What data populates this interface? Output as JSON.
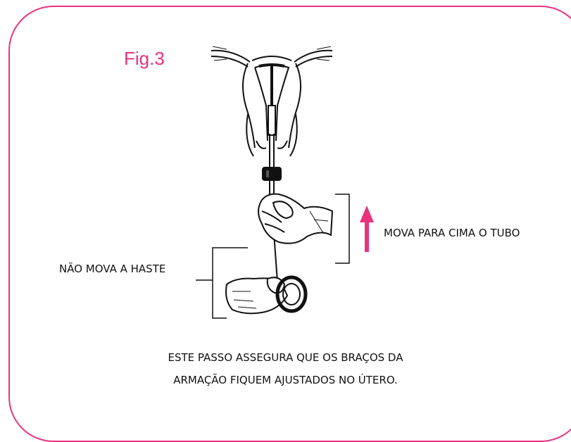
{
  "figure": {
    "label": "Fig.3",
    "accent_color": "#e8337f",
    "note_right": "MOVA PARA CIMA O TUBO",
    "note_left": "NÃO MOVA A HASTE",
    "footer_lines": [
      "ESTE PASSO ASSEGURA QUE OS BRAÇOS DA",
      "ARMAÇÃO FIQUEM AJUSTADOS NO ÚTERO."
    ],
    "arrow_direction": "up",
    "icons": [
      "uterus-illustration",
      "upper-hand-icon",
      "lower-hand-icon",
      "up-arrow-icon"
    ]
  }
}
